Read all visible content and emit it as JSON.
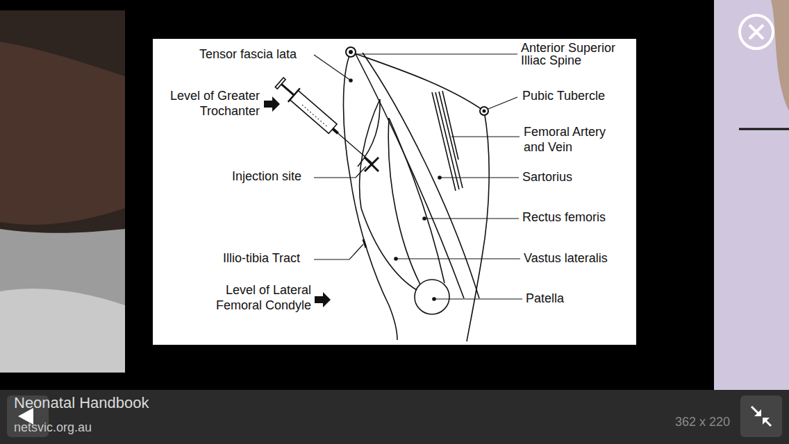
{
  "diagram": {
    "title": "Neonatal Handbook",
    "labels": [
      "Tensor fascia lata",
      "Level of Greater Trochanter",
      "Injection site",
      "Illio-tibia Tract",
      "Level of Lateral Femoral Condyle",
      "Anterior Superior Illiac Spine",
      "Pubic Tubercle",
      "Femoral Artery and Vein",
      "Sartorius",
      "Rectus femoris",
      "Vastus lateralis",
      "Patella",
      "netsvic.org.au",
      "362 x 220"
    ]
  }
}
